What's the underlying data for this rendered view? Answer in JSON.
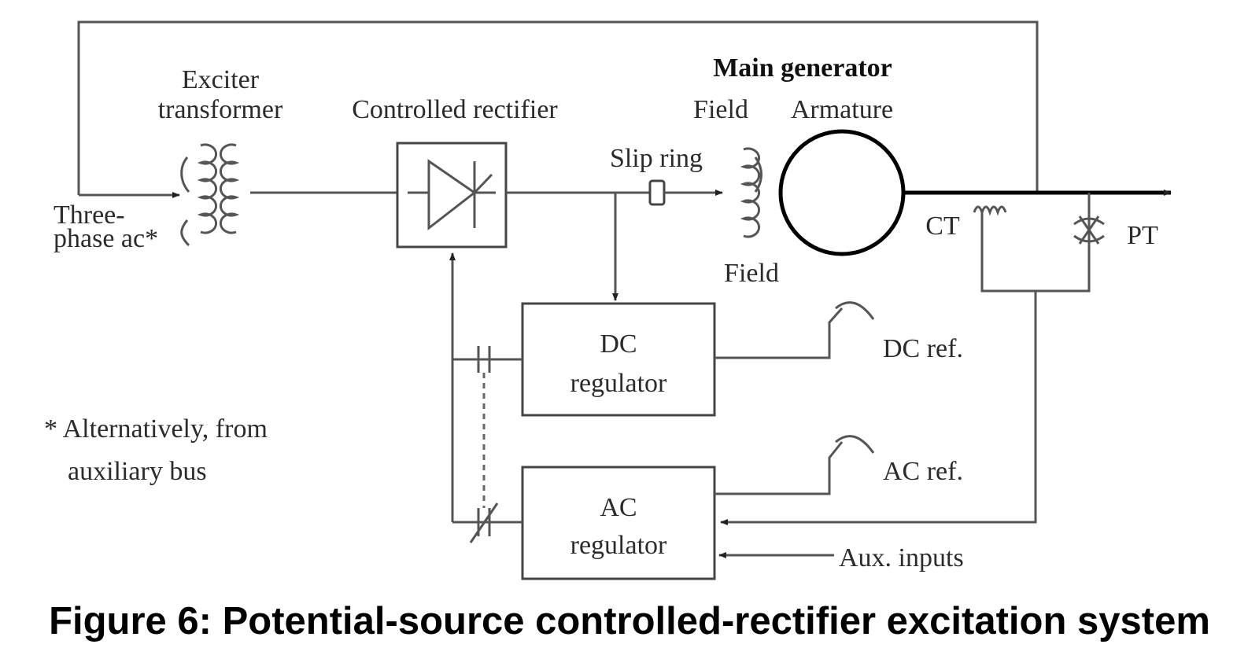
{
  "labels": {
    "exciter_transformer_1": "Exciter",
    "exciter_transformer_2": "transformer",
    "controlled_rectifier": "Controlled rectifier",
    "main_generator": "Main generator",
    "field_top": "Field",
    "armature": "Armature",
    "slip_ring": "Slip ring",
    "field_bottom": "Field",
    "ct": "CT",
    "pt": "PT",
    "three_phase_1": "Three-",
    "three_phase_2": "phase ac*",
    "dc_regulator_1": "DC",
    "dc_regulator_2": "regulator",
    "ac_regulator_1": "AC",
    "ac_regulator_2": "regulator",
    "dc_ref": "DC ref.",
    "ac_ref": "AC ref.",
    "aux_inputs": "Aux. inputs",
    "footnote_1": "* Alternatively, from",
    "footnote_2": "auxiliary bus"
  },
  "caption": "Figure 6: Potential-source controlled-rectifier excitation system"
}
